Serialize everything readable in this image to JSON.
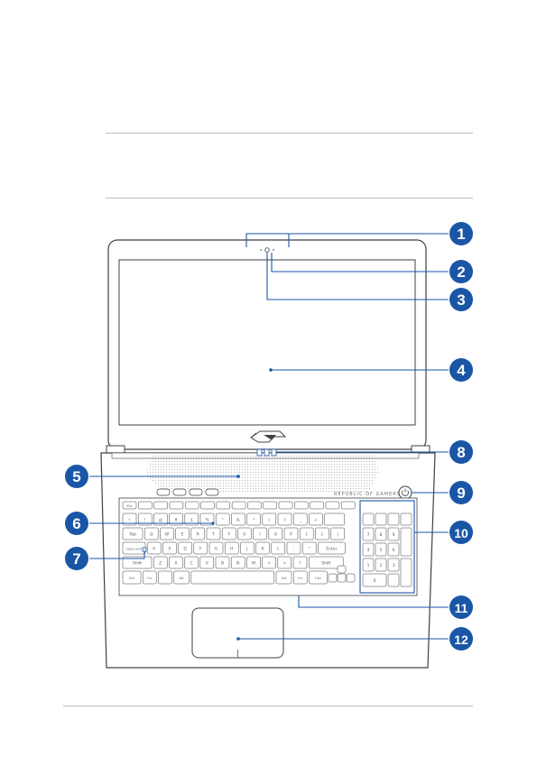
{
  "brand": {
    "logo": "rog-eye-logo",
    "text": "REPUBLIC OF GAMERS"
  },
  "callouts": [
    "1",
    "2",
    "3",
    "4",
    "5",
    "6",
    "7",
    "8",
    "9",
    "10",
    "11",
    "12"
  ],
  "keyboard": {
    "row0": [
      "Esc",
      "",
      "",
      "",
      "",
      "",
      "",
      "",
      "",
      "",
      "",
      "",
      "",
      "",
      ""
    ],
    "row1": [
      "~",
      "!",
      "@",
      "#",
      "$",
      "%",
      "^",
      "&",
      "*",
      "(",
      ")",
      "_",
      "+",
      ""
    ],
    "row2": [
      "Tab",
      "Q",
      "W",
      "E",
      "R",
      "T",
      "Y",
      "U",
      "I",
      "O",
      "P",
      "{",
      "}",
      "|"
    ],
    "row3": [
      "Caps Lock",
      "A",
      "S",
      "D",
      "F",
      "G",
      "H",
      "J",
      "K",
      "L",
      ":",
      "\"",
      "Enter"
    ],
    "row4": [
      "Shift",
      "Z",
      "X",
      "C",
      "V",
      "B",
      "N",
      "M",
      "<",
      ">",
      "?",
      "Shift"
    ],
    "row5": [
      "Ctrl",
      "Fn",
      "",
      "Alt",
      "",
      "Alt",
      "Fn",
      "Ctrl"
    ],
    "numpad": [
      "7",
      "8",
      "9",
      "4",
      "5",
      "6",
      "1",
      "2",
      "3",
      "0",
      "."
    ]
  },
  "colors": {
    "callout": "#1a56a6",
    "line": "#1a56a6",
    "outline": "#3d4147",
    "hr": "#b9bcc2"
  }
}
